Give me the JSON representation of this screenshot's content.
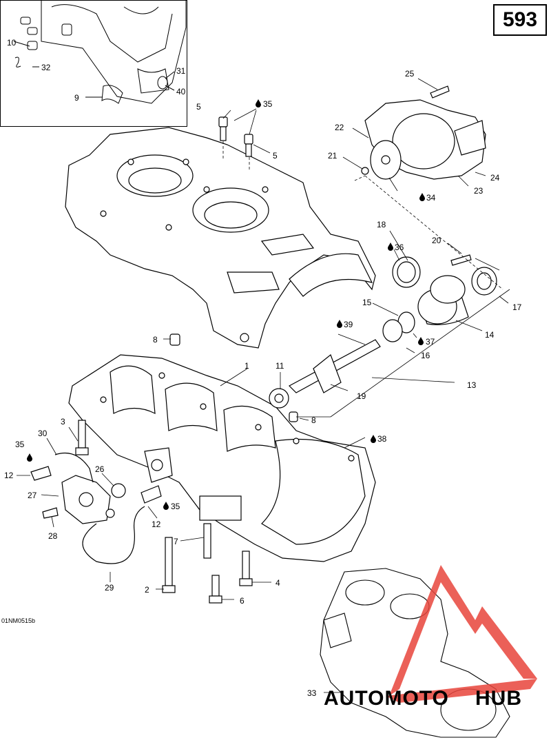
{
  "page_number": "593",
  "drawing_code": "01NM0515b",
  "watermark": {
    "part1": "AUTOMOTO",
    "part2": "HUB",
    "color1": "#f5b27a",
    "color2": "#4a4a4a",
    "triangle_color": "#e8453c"
  },
  "callouts": {
    "c1": "1",
    "c2": "2",
    "c3": "3",
    "c4": "4",
    "c5a": "5",
    "c5b": "5",
    "c6": "6",
    "c7": "7",
    "c8a": "8",
    "c8b": "8",
    "c9": "9",
    "c10": "10",
    "c11": "11",
    "c12a": "12",
    "c12b": "12",
    "c13": "13",
    "c14": "14",
    "c15": "15",
    "c16": "16",
    "c17": "17",
    "c18": "18",
    "c19": "19",
    "c20": "20",
    "c21": "21",
    "c22": "22",
    "c23": "23",
    "c24": "24",
    "c25": "25",
    "c26": "26",
    "c27": "27",
    "c28": "28",
    "c29": "29",
    "c30": "30",
    "c31": "31",
    "c32": "32",
    "c33": "33",
    "c34": "34",
    "c35a": "35",
    "c35b": "35",
    "c35c": "35",
    "c36": "36",
    "c37": "37",
    "c38": "38",
    "c39": "39",
    "c40": "40"
  }
}
